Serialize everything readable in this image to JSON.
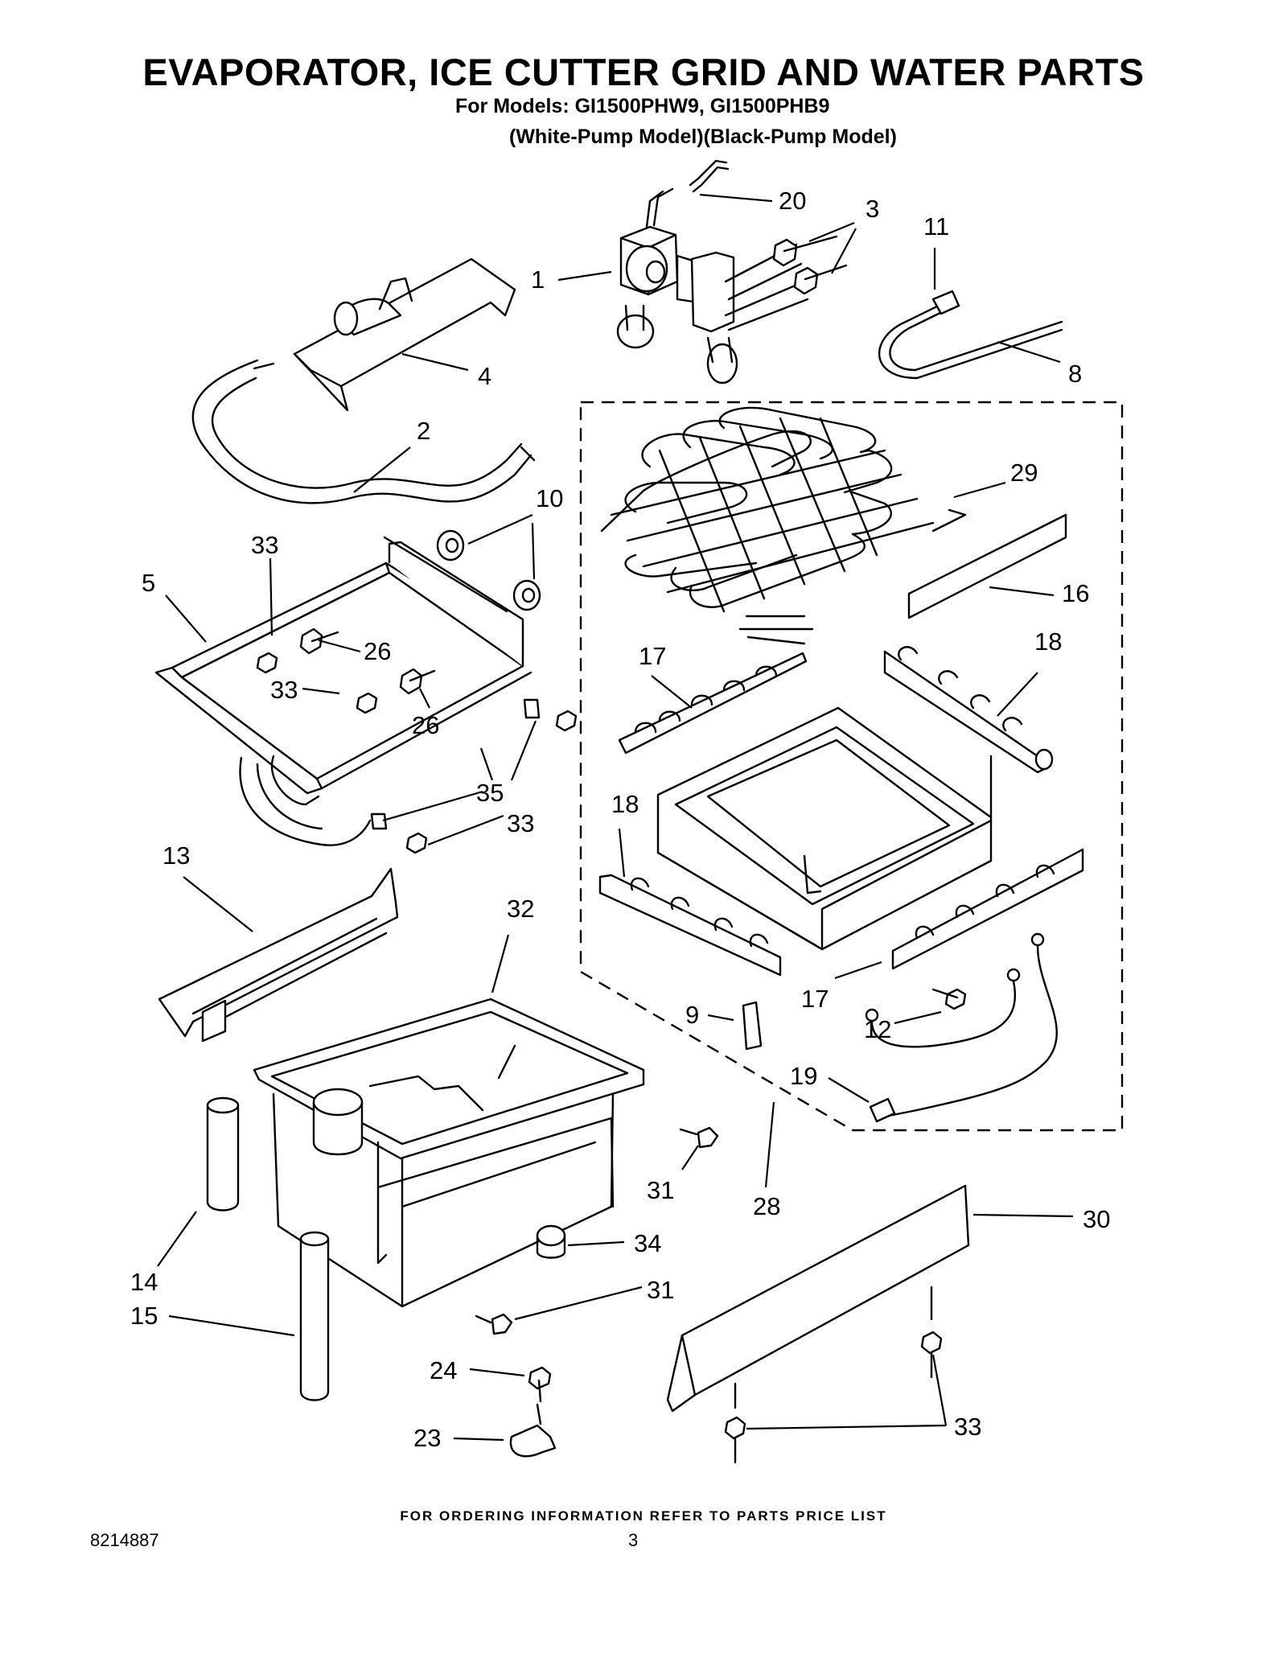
{
  "header": {
    "title": "EVAPORATOR, ICE CUTTER GRID AND WATER PARTS",
    "models": "For Models: GI1500PHW9, GI1500PHB9",
    "variants": "(White-Pump Model)(Black-Pump Model)"
  },
  "callouts": [
    {
      "id": "c20",
      "label": "20"
    },
    {
      "id": "c3",
      "label": "3"
    },
    {
      "id": "c11",
      "label": "11"
    },
    {
      "id": "c1",
      "label": "1"
    },
    {
      "id": "c4",
      "label": "4"
    },
    {
      "id": "c8",
      "label": "8"
    },
    {
      "id": "c2",
      "label": "2"
    },
    {
      "id": "c29",
      "label": "29"
    },
    {
      "id": "c10",
      "label": "10"
    },
    {
      "id": "c33a",
      "label": "33"
    },
    {
      "id": "c5",
      "label": "5"
    },
    {
      "id": "c16",
      "label": "16"
    },
    {
      "id": "c26a",
      "label": "26"
    },
    {
      "id": "c17a",
      "label": "17"
    },
    {
      "id": "c18a",
      "label": "18"
    },
    {
      "id": "c33b",
      "label": "33"
    },
    {
      "id": "c26b",
      "label": "26"
    },
    {
      "id": "c35",
      "label": "35"
    },
    {
      "id": "c33c",
      "label": "33"
    },
    {
      "id": "c18b",
      "label": "18"
    },
    {
      "id": "c13",
      "label": "13"
    },
    {
      "id": "c32",
      "label": "32"
    },
    {
      "id": "c17b",
      "label": "17"
    },
    {
      "id": "c9",
      "label": "9"
    },
    {
      "id": "c12",
      "label": "12"
    },
    {
      "id": "c19",
      "label": "19"
    },
    {
      "id": "c31a",
      "label": "31"
    },
    {
      "id": "c28",
      "label": "28"
    },
    {
      "id": "c30",
      "label": "30"
    },
    {
      "id": "c34",
      "label": "34"
    },
    {
      "id": "c14",
      "label": "14"
    },
    {
      "id": "c31b",
      "label": "31"
    },
    {
      "id": "c15",
      "label": "15"
    },
    {
      "id": "c24",
      "label": "24"
    },
    {
      "id": "c23",
      "label": "23"
    },
    {
      "id": "c33d",
      "label": "33"
    }
  ],
  "footer": {
    "note": "FOR ORDERING INFORMATION REFER TO PARTS PRICE LIST",
    "doc_number": "8214887",
    "page": "3"
  }
}
